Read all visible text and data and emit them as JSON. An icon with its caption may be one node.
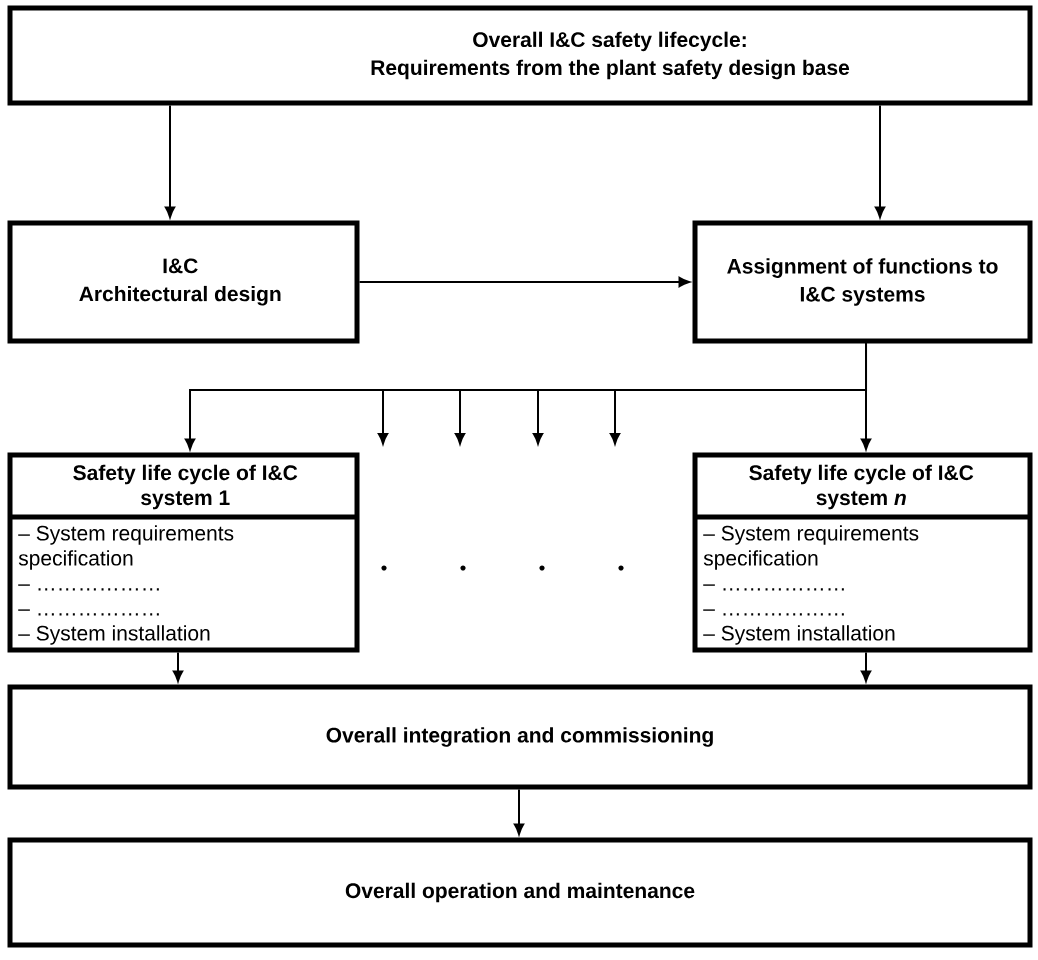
{
  "diagram": {
    "nodes": [
      {
        "text": [
          "Overall I&C safety lifecycle: Requirements from the plant safety design base"
        ]
      },
      {
        "text": [
          "I&C Architectural design"
        ]
      },
      {
        "text": [
          "Assignment of functions to I&C systems"
        ]
      },
      {
        "text": [
          "Safety life cycle of I&C system 1",
          "– System requirements specification",
          "– ………………",
          "– ………………",
          "– System installation"
        ]
      },
      {
        "text": [
          "Safety life cycle of I&C system *n*",
          "– System requirements specification",
          "– ………………",
          "– ………………",
          "– System installation"
        ]
      },
      {
        "text": [
          "Overall integration and commissioning"
        ]
      },
      {
        "text": [
          "Overall operation and maintenance"
        ]
      }
    ],
    "edges": [
      {
        "from": 0,
        "to": 1,
        "arrow": "to"
      },
      {
        "from": 0,
        "to": 2,
        "arrow": "to"
      },
      {
        "from": 1,
        "to": 2,
        "arrow": "to"
      },
      {
        "from": 2,
        "to": 3,
        "arrow": "to"
      },
      {
        "from": 2,
        "to": null,
        "arrow": "to"
      },
      {
        "from": 2,
        "to": null,
        "arrow": "to"
      },
      {
        "from": 2,
        "to": null,
        "arrow": "to"
      },
      {
        "from": 2,
        "to": null,
        "arrow": "to"
      },
      {
        "from": 2,
        "to": 4,
        "arrow": "to"
      },
      {
        "from": 3,
        "to": 5,
        "arrow": "to"
      },
      {
        "from": 4,
        "to": 5,
        "arrow": "to"
      },
      {
        "from": 5,
        "to": 6,
        "arrow": "to"
      }
    ]
  }
}
